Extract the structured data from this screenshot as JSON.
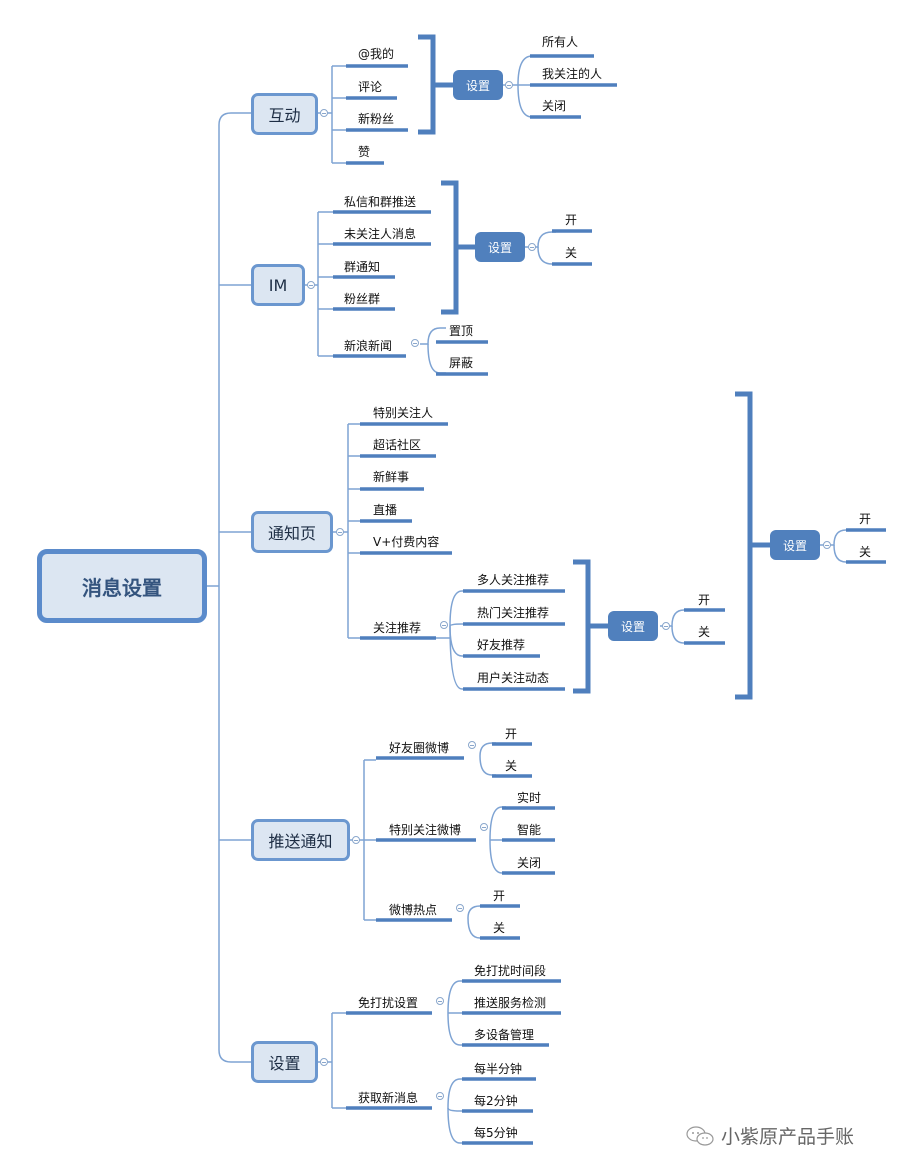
{
  "root": {
    "label": "消息设置"
  },
  "branches": [
    {
      "label": "互动",
      "children": [
        "@我的",
        "评论",
        "新粉丝",
        "赞"
      ],
      "setting": {
        "label": "设置",
        "options": [
          "所有人",
          "我关注的人",
          "关闭"
        ]
      }
    },
    {
      "label": "IM",
      "children": [
        "私信和群推送",
        "未关注人消息",
        "群通知",
        "粉丝群",
        "新浪新闻"
      ],
      "setting": {
        "label": "设置",
        "options": [
          "开",
          "关"
        ]
      },
      "sina_news": [
        "置顶",
        "屏蔽"
      ]
    },
    {
      "label": "通知页",
      "children": [
        "特别关注人",
        "超话社区",
        "新鲜事",
        "直播",
        "V+付费内容",
        "关注推荐"
      ],
      "follow_recommend": [
        "多人关注推荐",
        "热门关注推荐",
        "好友推荐",
        "用户关注动态"
      ],
      "inner_setting": {
        "label": "设置",
        "options": [
          "开",
          "关"
        ]
      },
      "outer_setting": {
        "label": "设置",
        "options": [
          "开",
          "关"
        ]
      }
    },
    {
      "label": "推送通知",
      "children": [
        {
          "label": "好友圈微博",
          "options": [
            "开",
            "关"
          ]
        },
        {
          "label": "特别关注微博",
          "options": [
            "实时",
            "智能",
            "关闭"
          ]
        },
        {
          "label": "微博热点",
          "options": [
            "开",
            "关"
          ]
        }
      ]
    },
    {
      "label": "设置",
      "children": [
        {
          "label": "免打扰设置",
          "options": [
            "免打扰时间段",
            "推送服务检测",
            "多设备管理"
          ]
        },
        {
          "label": "获取新消息",
          "options": [
            "每半分钟",
            "每2分钟",
            "每5分钟"
          ]
        }
      ]
    }
  ],
  "watermark": {
    "text": "小紫原产品手账",
    "icon": "wechat-icon"
  },
  "colors": {
    "line": "#6b97cf",
    "bracket": "#4f7fbd",
    "node_fill": "#dce6f2",
    "setting_fill": "#5080bd"
  }
}
